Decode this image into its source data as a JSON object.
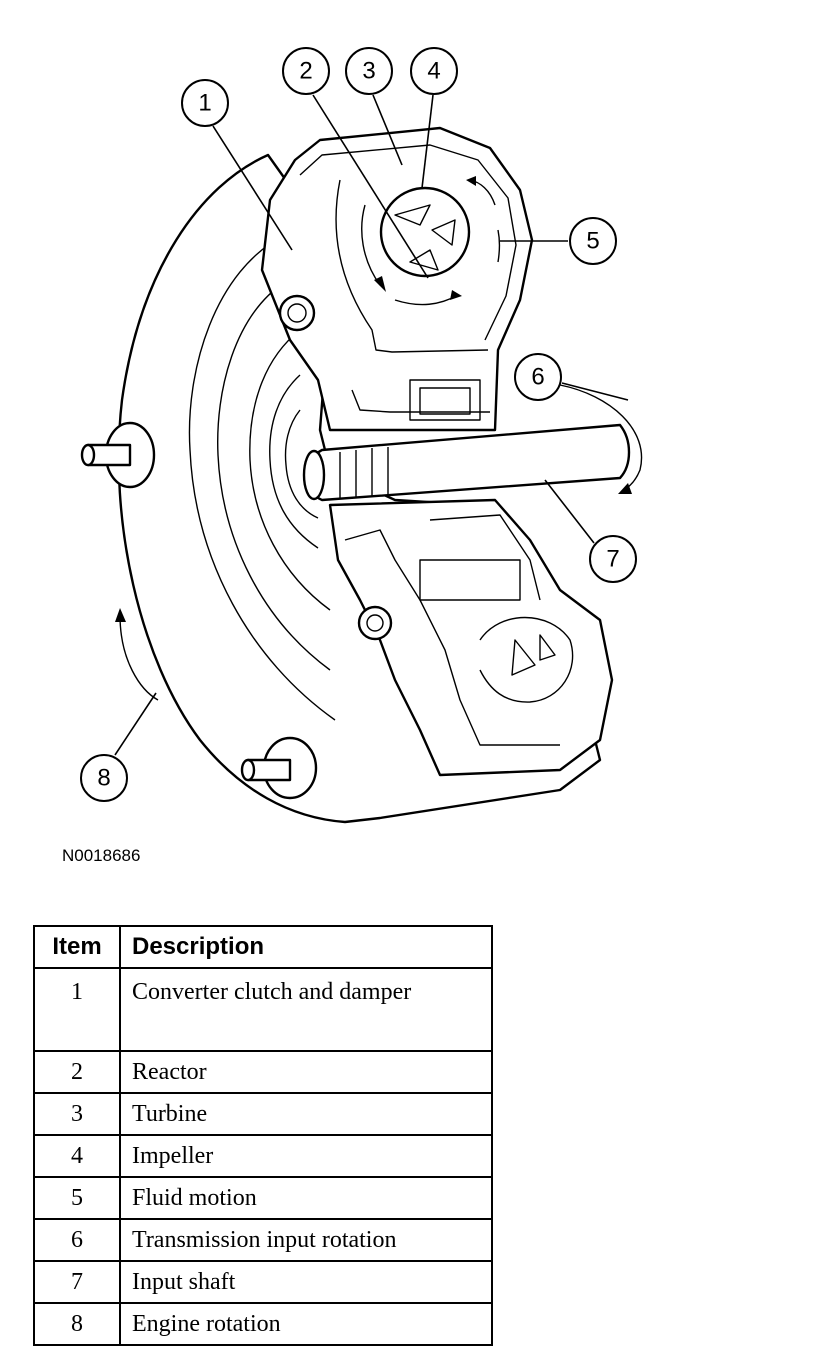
{
  "figure_id": "N0018686",
  "callouts": [
    "1",
    "2",
    "3",
    "4",
    "5",
    "6",
    "7",
    "8"
  ],
  "table": {
    "headers": {
      "item": "Item",
      "description": "Description"
    },
    "rows": [
      {
        "item": "1",
        "description": "Converter clutch and damper"
      },
      {
        "item": "2",
        "description": "Reactor"
      },
      {
        "item": "3",
        "description": "Turbine"
      },
      {
        "item": "4",
        "description": "Impeller"
      },
      {
        "item": "5",
        "description": "Fluid motion"
      },
      {
        "item": "6",
        "description": "Transmission input rotation"
      },
      {
        "item": "7",
        "description": "Input shaft"
      },
      {
        "item": "8",
        "description": "Engine rotation"
      }
    ]
  }
}
